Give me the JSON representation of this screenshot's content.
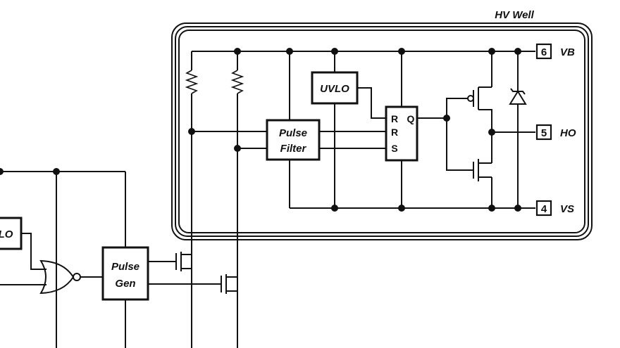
{
  "well_label": "HV Well",
  "blocks": {
    "uvlo_high": "UVLO",
    "uvlo_low": "LO",
    "pulse_filter": [
      "Pulse",
      "Filter"
    ],
    "pulse_gen": [
      "Pulse",
      "Gen"
    ]
  },
  "latch": {
    "inputs": [
      "R",
      "R",
      "S"
    ],
    "output": "Q"
  },
  "pins": [
    {
      "number": "6",
      "name": "VB"
    },
    {
      "number": "5",
      "name": "HO"
    },
    {
      "number": "4",
      "name": "VS"
    }
  ]
}
